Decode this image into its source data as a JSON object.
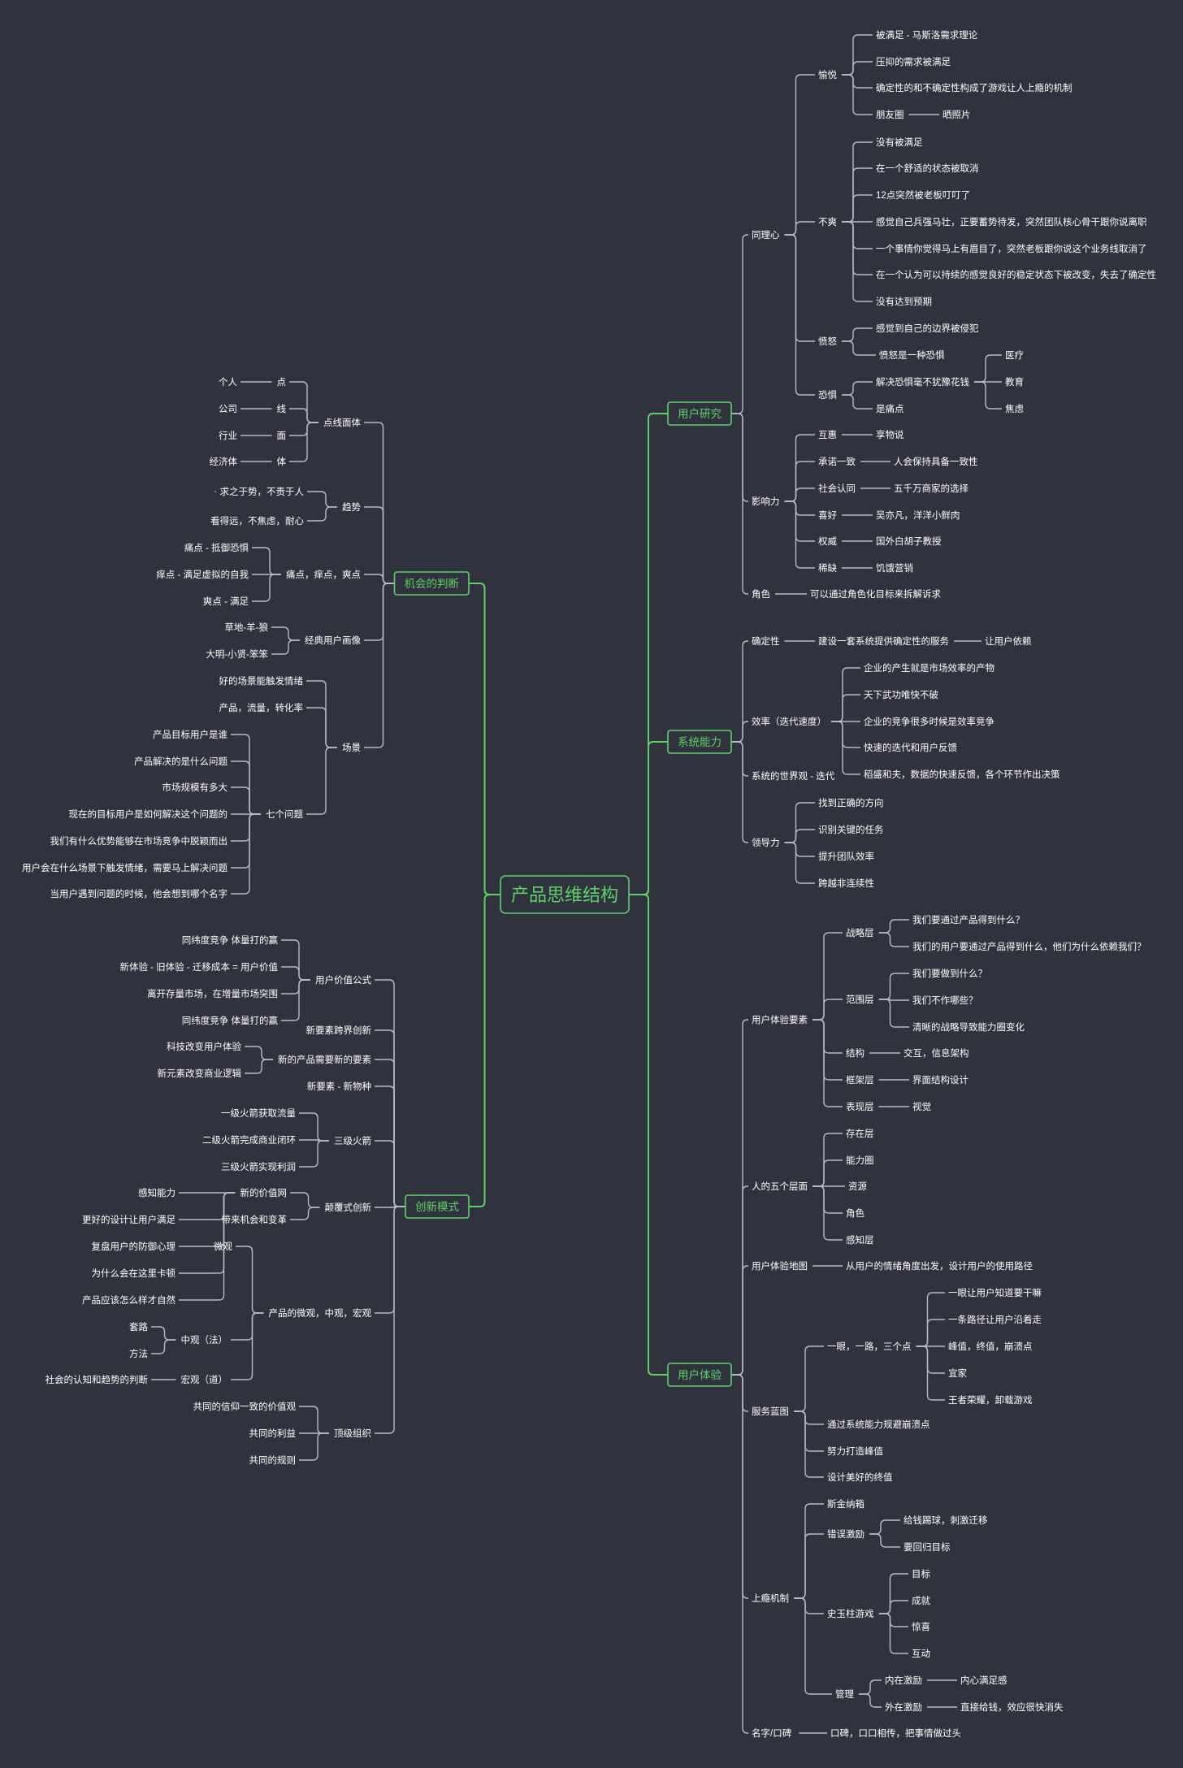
{
  "title": "产品思维结构",
  "theme": {
    "background": "#30333d",
    "accent": "#5fd069",
    "line": "#b8bcc4",
    "text": "#ffffff"
  },
  "left": [
    {
      "label": "机会的判断",
      "children": [
        {
          "label": "点线面体",
          "children": [
            {
              "label": "点",
              "children": [
                {
                  "label": "个人"
                }
              ]
            },
            {
              "label": "线",
              "children": [
                {
                  "label": "公司"
                }
              ]
            },
            {
              "label": "面",
              "children": [
                {
                  "label": "行业"
                }
              ]
            },
            {
              "label": "体",
              "children": [
                {
                  "label": "经济体"
                }
              ]
            }
          ]
        },
        {
          "label": "趋势",
          "children": [
            {
              "label": "求之于势，不责于人",
              "children": [
                {
                  "label": ""
                }
              ]
            },
            {
              "label": "看得远，不焦虑，耐心"
            }
          ]
        },
        {
          "label": "痛点，痒点，爽点",
          "children": [
            {
              "label": "痛点 - 抵御恐惧"
            },
            {
              "label": "痒点 - 满足虚拟的自我"
            },
            {
              "label": "爽点 - 满足"
            }
          ]
        },
        {
          "label": "经典用户画像",
          "children": [
            {
              "label": "草地-羊-狼"
            },
            {
              "label": "大明-小贤-笨笨"
            }
          ]
        },
        {
          "label": "场景",
          "children": [
            {
              "label": "好的场景能触发情绪"
            },
            {
              "label": "产品，流量，转化率"
            },
            {
              "label": "七个问题",
              "children": [
                {
                  "label": "产品目标用户是谁"
                },
                {
                  "label": "产品解决的是什么问题"
                },
                {
                  "label": "市场规模有多大"
                },
                {
                  "label": "现在的目标用户是如何解决这个问题的"
                },
                {
                  "label": "我们有什么优势能够在市场竞争中脱颖而出"
                },
                {
                  "label": "用户会在什么场景下触发情绪，需要马上解决问题"
                },
                {
                  "label": "当用户遇到问题的时候，他会想到哪个名字"
                }
              ]
            }
          ]
        }
      ]
    },
    {
      "label": "创新模式",
      "children": [
        {
          "label": "用户价值公式",
          "children": [
            {
              "label": "同纬度竞争 体量打的赢"
            },
            {
              "label": "新体验 - 旧体验 - 迁移成本 = 用户价值"
            },
            {
              "label": "离开存量市场，在增量市场突围"
            },
            {
              "label": "同纬度竞争 体量打的赢"
            }
          ]
        },
        {
          "label": "新要素跨界创新"
        },
        {
          "label": "新的产品需要新的要素",
          "children": [
            {
              "label": "科技改变用户体验"
            },
            {
              "label": "新元素改变商业逻辑"
            }
          ]
        },
        {
          "label": "新要素 - 新物种"
        },
        {
          "label": "三级火箭",
          "children": [
            {
              "label": "一级火箭获取流量"
            },
            {
              "label": "二级火箭完成商业闭环"
            },
            {
              "label": "三级火箭实现利润"
            }
          ]
        },
        {
          "label": "颠覆式创新",
          "children": [
            {
              "label": "新的价值网",
              "children": [
                {
                  "label": "感知能力"
                },
                {
                  "label": "更好的设计让用户满足"
                },
                {
                  "label": "复盘用户的防御心理"
                },
                {
                  "label": "为什么会在这里卡顿"
                },
                {
                  "label": "产品应该怎么样才自然"
                }
              ]
            },
            {
              "label": "带来机会和变革"
            }
          ]
        },
        {
          "label": "产品的微观，中观，宏观",
          "children": [
            {
              "label": "微观"
            },
            {
              "label": "中观（法）",
              "children": [
                {
                  "label": "套路"
                },
                {
                  "label": "方法"
                }
              ]
            },
            {
              "label": "宏观（道）",
              "children": [
                {
                  "label": "社会的认知和趋势的判断"
                }
              ]
            }
          ]
        },
        {
          "label": "顶级组织",
          "children": [
            {
              "label": "共同的信仰一致的价值观"
            },
            {
              "label": "共同的利益"
            },
            {
              "label": "共同的规则"
            }
          ]
        }
      ]
    }
  ],
  "right": [
    {
      "label": "用户研究",
      "children": [
        {
          "label": "同理心",
          "children": [
            {
              "label": "愉悦",
              "children": [
                {
                  "label": "被满足 - 马斯洛需求理论"
                },
                {
                  "label": "压抑的需求被满足"
                },
                {
                  "label": "确定性的和不确定性构成了游戏让人上瘾的机制"
                },
                {
                  "label": "朋友圈",
                  "children": [
                    {
                      "label": "晒照片"
                    }
                  ]
                }
              ]
            },
            {
              "label": "不爽",
              "children": [
                {
                  "label": "没有被满足"
                },
                {
                  "label": "在一个舒适的状态被取消"
                },
                {
                  "label": "12点突然被老板叮叮了"
                },
                {
                  "label": "感觉自己兵强马壮，正要蓄势待发，突然团队核心骨干跟你说离职"
                },
                {
                  "label": "一个事情你觉得马上有眉目了，突然老板跟你说这个业务线取消了"
                },
                {
                  "label": "在一个认为可以持续的感觉良好的稳定状态下被改变，失去了确定性"
                },
                {
                  "label": "没有达到预期"
                }
              ]
            },
            {
              "label": "愤怒",
              "children": [
                {
                  "label": "感觉到自己的边界被侵犯"
                },
                {
                  "label": "愤怒是一种恐惧"
                }
              ]
            },
            {
              "label": "恐惧",
              "children": [
                {
                  "label": "解决恐惧毫不犹豫花钱",
                  "children": [
                    {
                      "label": "医疗"
                    },
                    {
                      "label": "教育"
                    },
                    {
                      "label": "焦虑"
                    }
                  ]
                },
                {
                  "label": "是痛点"
                }
              ]
            }
          ]
        },
        {
          "label": "影响力",
          "children": [
            {
              "label": "互惠",
              "children": [
                {
                  "label": "享物说"
                }
              ]
            },
            {
              "label": "承诺一致",
              "children": [
                {
                  "label": "人会保持具备一致性"
                }
              ]
            },
            {
              "label": "社会认同",
              "children": [
                {
                  "label": "五千万商家的选择"
                }
              ]
            },
            {
              "label": "喜好",
              "children": [
                {
                  "label": "吴亦凡，洋洋小鲜肉"
                }
              ]
            },
            {
              "label": "权威",
              "children": [
                {
                  "label": "国外白胡子教授"
                }
              ]
            },
            {
              "label": "稀缺",
              "children": [
                {
                  "label": "饥饿营销"
                }
              ]
            }
          ]
        },
        {
          "label": "角色",
          "children": [
            {
              "label": "可以通过角色化目标来拆解诉求"
            }
          ]
        }
      ]
    },
    {
      "label": "系统能力",
      "children": [
        {
          "label": "确定性",
          "children": [
            {
              "label": "建设一套系统提供确定性的服务",
              "children": [
                {
                  "label": "让用户依赖"
                }
              ]
            }
          ]
        },
        {
          "label": "效率（迭代速度）",
          "children": [
            {
              "label": "企业的产生就是市场效率的产物"
            },
            {
              "label": "天下武功唯快不破"
            },
            {
              "label": "企业的竞争很多时候是效率竞争"
            },
            {
              "label": "快速的迭代和用户反馈"
            },
            {
              "label": "稻盛和夫，数据的快速反馈，各个环节作出决策"
            }
          ]
        },
        {
          "label": "系统的世界观 - 迭代"
        },
        {
          "label": "领导力",
          "children": [
            {
              "label": "找到正确的方向"
            },
            {
              "label": "识别关键的任务"
            },
            {
              "label": "提升团队效率"
            },
            {
              "label": "跨越非连续性"
            }
          ]
        }
      ]
    },
    {
      "label": "用户体验",
      "children": [
        {
          "label": "用户体验要素",
          "children": [
            {
              "label": "战略层",
              "children": [
                {
                  "label": "我们要通过产品得到什么？"
                },
                {
                  "label": "我们的用户要通过产品得到什么，他们为什么依赖我们？"
                }
              ]
            },
            {
              "label": "范围层",
              "children": [
                {
                  "label": "我们要做到什么？"
                },
                {
                  "label": "我们不作哪些？"
                },
                {
                  "label": "清晰的战略导致能力圈变化"
                }
              ]
            },
            {
              "label": "结构",
              "children": [
                {
                  "label": "交互，信息架构"
                }
              ]
            },
            {
              "label": "框架层",
              "children": [
                {
                  "label": "界面结构设计"
                }
              ]
            },
            {
              "label": "表现层",
              "children": [
                {
                  "label": "视觉"
                }
              ]
            }
          ]
        },
        {
          "label": "人的五个层面",
          "children": [
            {
              "label": "存在层"
            },
            {
              "label": "能力圈"
            },
            {
              "label": "资源"
            },
            {
              "label": "角色"
            },
            {
              "label": "感知层"
            }
          ]
        },
        {
          "label": "用户体验地图",
          "children": [
            {
              "label": "从用户的情绪角度出发，设计用户的使用路径"
            }
          ]
        },
        {
          "label": "服务蓝图",
          "children": [
            {
              "label": "一眼，一路，三个点",
              "children": [
                {
                  "label": "一眼让用户知道要干嘛"
                },
                {
                  "label": "一条路径让用户沿着走"
                },
                {
                  "label": "峰值，终值，崩溃点"
                },
                {
                  "label": "宜家"
                },
                {
                  "label": "王者荣耀，卸载游戏"
                }
              ]
            },
            {
              "label": "通过系统能力规避崩溃点"
            },
            {
              "label": "努力打造峰值"
            },
            {
              "label": "设计美好的终值"
            }
          ]
        },
        {
          "label": "上瘾机制",
          "children": [
            {
              "label": "斯金纳箱"
            },
            {
              "label": "错误激励",
              "children": [
                {
                  "label": "给钱踢球，刺激迁移"
                },
                {
                  "label": "要回归目标"
                }
              ]
            },
            {
              "label": "史玉柱游戏",
              "children": [
                {
                  "label": "目标"
                },
                {
                  "label": "成就"
                },
                {
                  "label": "惊喜"
                },
                {
                  "label": "互动"
                }
              ]
            },
            {
              "label": "管理",
              "children": [
                {
                  "label": "内在激励",
                  "children": [
                    {
                      "label": "内心满足感"
                    }
                  ]
                },
                {
                  "label": "外在激励",
                  "children": [
                    {
                      "label": "直接给钱，效应很快消失"
                    }
                  ]
                }
              ]
            }
          ]
        },
        {
          "label": "名字/口碑",
          "children": [
            {
              "label": "口碑，口口相传，把事情做过头"
            }
          ]
        }
      ]
    }
  ]
}
